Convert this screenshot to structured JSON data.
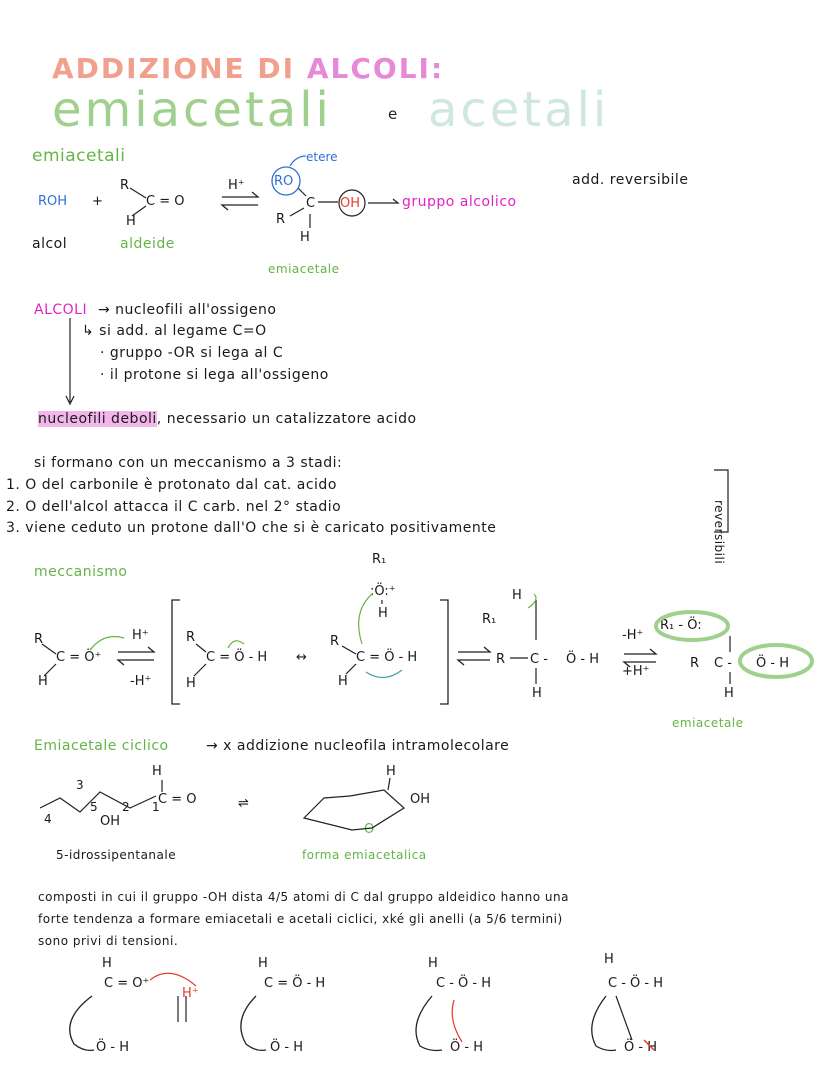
{
  "title": {
    "line1_a": "ADDIZIONE DI",
    "line1_b": "ALCOLI:",
    "line2_a": "emiacetali",
    "line2_e": "e",
    "line2_b": "acetali"
  },
  "emiacetali_section": {
    "heading": "emiacetali",
    "roh": "ROH",
    "plus": "+",
    "r_label": "R",
    "c_eq_o": "C = O",
    "h_label": "H",
    "catalyst": "H⁺",
    "etere": "etere",
    "ro": "RO",
    "c": "C",
    "oh": "OH",
    "r1": "R",
    "h_bottom": "H",
    "gruppo_alcolico": "gruppo alcolico",
    "alcol_label": "alcol",
    "aldeide_label": "aldeide",
    "emiacetale_label": "emiacetale",
    "add_reversibile": "add. reversibile"
  },
  "alcoli_notes": {
    "alcoli": "ALCOLI",
    "line1": "→ nucleofili all'ossigeno",
    "line2": "↳ si add. al legame  C=O",
    "line3": "· gruppo  -OR si lega al C",
    "line4": "· il protone si lega all'ossigeno",
    "weak_hl": "nucleofili deboli",
    "weak_rest": ", necessario un catalizzatore acido"
  },
  "stages": {
    "intro": "si formano  con un meccanismo  a 3 stadi:",
    "s1": "1. O del carbonile è protonato dal cat. acido",
    "s2": "2. O dell'alcol attacca il C carb. nel 2° stadio",
    "s3": "3. viene ceduto un protone dall'O che si è caricato positivamente",
    "reversibili": "reversibili"
  },
  "mechanism": {
    "heading": "meccanismo",
    "r": "R",
    "r1": "R₁",
    "h": "H",
    "h_plus": "H⁺",
    "minus_h_plus": "-H⁺",
    "plus_h_plus": "+H⁺",
    "c_eq_o_plus": "C = Ö⁺",
    "c_eq_o_h": "C = Ö - H",
    "o_h": "Ö - H",
    "o_alcol": ":Ö:⁺",
    "emiacetale": "emiacetale"
  },
  "ciclico": {
    "heading": "Emiacetale ciclico",
    "desc": "→ x addizione nucleofila intramolecolare",
    "n3": "3",
    "n5": "5",
    "n4": "4",
    "n2": "2",
    "n1": "1",
    "h": "H",
    "c_eq_o": "C = O",
    "oh": "OH",
    "o": "O",
    "name_left": "5-idrossipentanale",
    "name_right": "forma emiacetalica"
  },
  "composti": {
    "line1": "composti in cui il gruppo -OH dista 4/5 atomi di C dal gruppo aldeidico hanno una",
    "line2": "forte tendenza a formare emiacetali e acetali ciclici, xké gli anelli (a 5/6 termini)",
    "line3": "sono privi di tensioni."
  },
  "bottom_structs": {
    "h": "H",
    "c_eq_o": "C = O⁺",
    "oh": "Ö - H",
    "c_eq_o_h": "C = Ö - H",
    "c_o_h": "C - Ö - H",
    "h_plus": "H⁺"
  },
  "colors": {
    "title_coral": "#f2a08e",
    "title_pink": "#e889d8",
    "title_green": "#9fd08e",
    "title_mint": "#cfe7de",
    "green": "#64b447",
    "magenta": "#e023c5",
    "blue": "#2f6fd6",
    "red": "#e23b2a",
    "highlight": "#f3b6ea"
  }
}
